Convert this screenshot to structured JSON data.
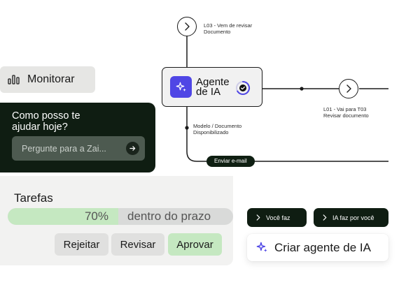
{
  "flow": {
    "top_node_label": "L03 - Vem de revisar Documento",
    "right_node_label": "L01 - Vai para T03 Revisar documento",
    "branch_label": "Modelo / Documento Disponibilizado",
    "agent_title": "Agente de IA",
    "email_label": "Enviar e-mail",
    "agent_icon": "sparkle-icon",
    "status_icon": "check-circle-icon"
  },
  "monitor": {
    "label": "Monitorar",
    "icon": "bar-chart-icon"
  },
  "chat": {
    "question": "Como posso te ajudar hoje?",
    "placeholder": "Pergunte para a Zai..."
  },
  "tasks": {
    "title": "Tarefas",
    "progress_percent": 70,
    "progress_label": "70%",
    "progress_text": "dentro do prazo",
    "buttons": {
      "reject": "Rejeitar",
      "review": "Revisar",
      "approve": "Aprovar"
    }
  },
  "options": {
    "you_do": "Você faz",
    "ai_does": "IA faz por você",
    "create_agent": "Criar agente de IA"
  },
  "colors": {
    "dark_green": "#0f1d12",
    "accent_purple": "#4f46e5",
    "approve_green": "#c5e8c1",
    "panel_gray": "#f2f2f1"
  }
}
